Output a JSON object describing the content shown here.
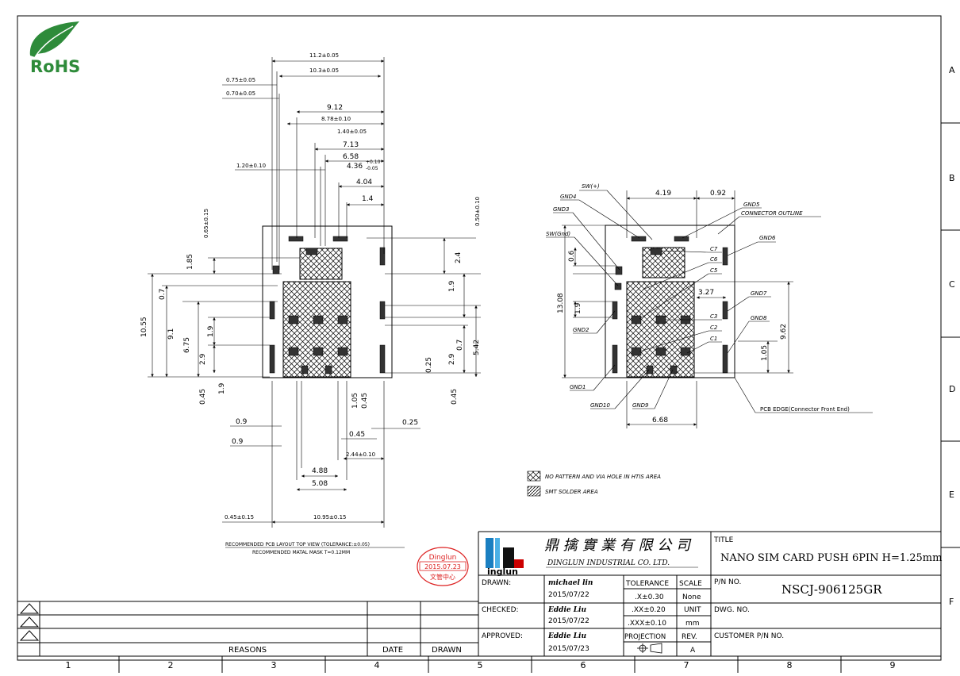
{
  "logo": {
    "rohs": "RoHS"
  },
  "grid_rows": [
    "A",
    "B",
    "C",
    "D",
    "E",
    "F"
  ],
  "grid_cols": [
    "1",
    "2",
    "3",
    "4",
    "5",
    "6",
    "7",
    "8",
    "9"
  ],
  "left_view": {
    "dims_top": [
      "11.2±0.05",
      "10.3±0.05",
      "0.75±0.05",
      "0.70±0.05",
      "9.12",
      "8.78±0.10",
      "1.40±0.05",
      "7.13",
      "6.58",
      "4.36",
      "+0.10",
      "-0.05",
      "1.20±0.10",
      "4.04",
      "1.4"
    ],
    "dims_side": [
      "0.65±0.15",
      "1.85",
      "10.55",
      "0.7",
      "9.1",
      "6.75",
      "1.9",
      "2.9",
      "0.45",
      "1.9",
      "0.50±0.10",
      "2.4",
      "1.9",
      "0.7",
      "5.42",
      "2.9",
      "0.25",
      "0.45",
      "1.05",
      "0.45"
    ],
    "dims_bottom": [
      "0.9",
      "0.9",
      "0.25",
      "0.45",
      "2.44±0.10",
      "4.88",
      "5.08",
      "0.45±0.15",
      "10.95±0.15"
    ],
    "caption1": "RECOMMENDED PCB LAYOUT TOP VIEW (TOLERANCE:±0.05)",
    "caption2": "RECOMMENDED MATAL MASK T=0.12MM"
  },
  "right_view": {
    "dims": [
      "4.19",
      "0.92",
      "0.6",
      "13.08",
      "1.9",
      "3.27",
      "9.62",
      "1.05",
      "6.68"
    ],
    "labels": [
      "SW(+)",
      "GND4",
      "GND3",
      "SW(Gnd)",
      "GND5",
      "CONNECTOR OUTLINE",
      "GND6",
      "C7",
      "C6",
      "C5",
      "GND7",
      "C3",
      "GND8",
      "C2",
      "C1",
      "GND2",
      "GND1",
      "GND10",
      "GND9",
      "PCB EDGE(Connector Front End)"
    ]
  },
  "legend": {
    "no_pattern": "NO PATTERN AND VIA HOLE IN HTIS AREA",
    "smt": "SMT SOLDER AREA"
  },
  "stamp": {
    "line1": "Dinglun",
    "line2": "2015.07.23",
    "line3": "文管中心"
  },
  "title_block": {
    "company_cn": "鼎 擒 實 業 有 限 公 司",
    "company_en": "DINGLUN INDUSTRIAL CO. LTD.",
    "logo_text": "inglun",
    "title_label": "TITLE",
    "title": "NANO SIM CARD PUSH 6PIN H=1.25mm",
    "drawn_label": "DRAWN:",
    "drawn_name": "michael lin",
    "drawn_date": "2015/07/22",
    "checked_label": "CHECKED:",
    "checked_name": "Eddie Liu",
    "checked_date": "2015/07/22",
    "approved_label": "APPROVED:",
    "approved_name": "Eddie Liu",
    "approved_date": "2015/07/23",
    "tolerance_label": "TOLERANCE",
    "tol1": ".X±0.30",
    "tol2": ".XX±0.20",
    "tol3": ".XXX±0.10",
    "scale_label": "SCALE",
    "scale": "None",
    "unit_label": "UNIT",
    "unit": "mm",
    "projection_label": "PROJECTION",
    "rev_label": "REV.",
    "rev": "A",
    "pn_label": "P/N NO.",
    "pn": "NSCJ-906125GR",
    "dwg_label": "DWG. NO.",
    "customer_label": "CUSTOMER P/N NO."
  },
  "revision_table": {
    "reasons": "REASONS",
    "date": "DATE",
    "drawn": "DRAWN"
  }
}
